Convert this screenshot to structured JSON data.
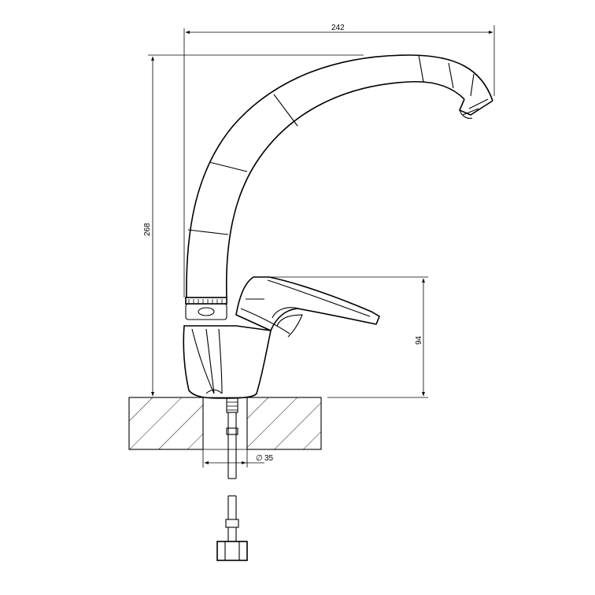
{
  "dimensions": {
    "width": "242",
    "height": "268",
    "lever_height": "94",
    "hole_diameter": "35",
    "diameter_symbol": "∅"
  },
  "colors": {
    "line": "#000000",
    "background": "#ffffff"
  }
}
